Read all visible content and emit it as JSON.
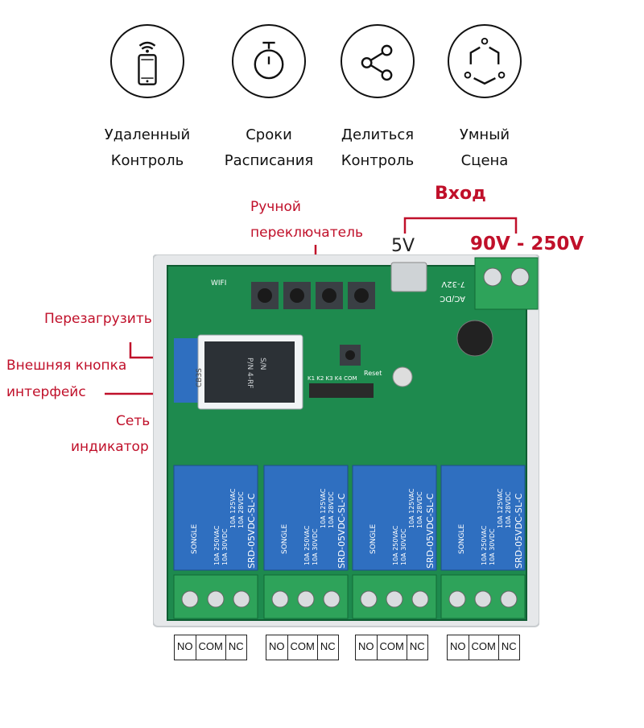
{
  "features": [
    {
      "icon": "remote-phone-icon",
      "line1": "Удаленный",
      "line2": "Контроль"
    },
    {
      "icon": "timer-icon",
      "line1": "Сроки",
      "line2": "Расписания"
    },
    {
      "icon": "share-icon",
      "line1": "Делиться",
      "line2": "Контроль"
    },
    {
      "icon": "smart-scene-icon",
      "line1": "Умный",
      "line2": "Сцена"
    }
  ],
  "labels": {
    "input_title": "Вход",
    "voltage_low": "5V",
    "voltage_high": "90V - 250V",
    "manual_switch_1": "Ручной",
    "manual_switch_2": "переключатель",
    "reboot": "Перезагрузить",
    "ext_button_1": "Внешняя кнопка",
    "ext_button_2": "интерфейс",
    "network_1": "Сеть",
    "network_2": "индикатор"
  },
  "board": {
    "wifi": "WIFI",
    "voltage": "7-32V",
    "acdc": "AC/DC",
    "reset": "Reset",
    "header_pins": "K1 K2 K3 K4 COM",
    "module_model": "CB3S",
    "module_pn": "P/N 4-RF",
    "module_sn": "S/N",
    "relay_brand": "SONGLE",
    "relay_model": "SRD-05VDC-SL-C",
    "relay_rating_1": "10A 250VAC",
    "relay_rating_2": "10A 30VDC",
    "relay_rating_3": "10A 125VAC",
    "relay_rating_4": "10A 28VDC"
  },
  "terminals": [
    [
      "NO",
      "COM",
      "NC"
    ],
    [
      "NO",
      "COM",
      "NC"
    ],
    [
      "NO",
      "COM",
      "NC"
    ],
    [
      "NO",
      "COM",
      "NC"
    ]
  ],
  "colors": {
    "accent_red": "#c0102a",
    "pcb_green": "#1e8a4e",
    "relay_blue": "#2f6fc0"
  }
}
